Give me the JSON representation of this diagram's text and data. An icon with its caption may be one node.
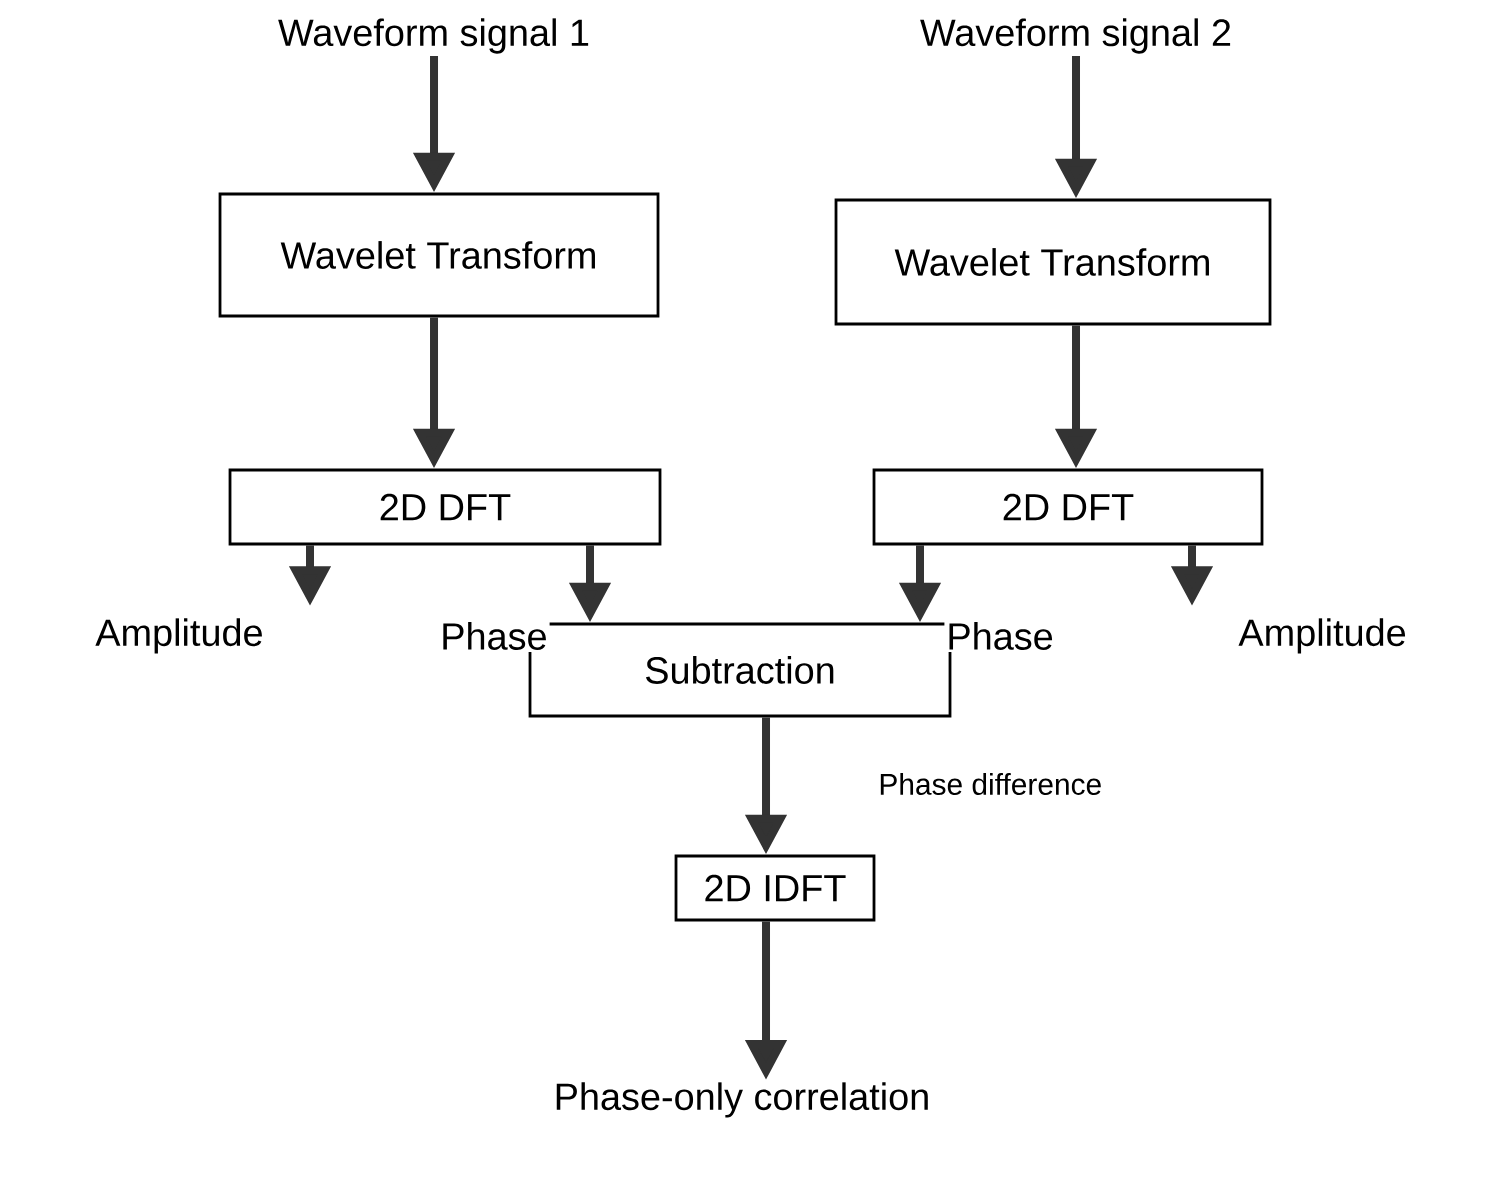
{
  "diagram": {
    "nodes": [
      {
        "text": [
          "Waveform signal 1"
        ]
      },
      {
        "text": [
          "Waveform signal 2"
        ]
      },
      {
        "text": [
          "Wavelet Transform"
        ]
      },
      {
        "text": [
          "Wavelet Transform"
        ]
      },
      {
        "text": [
          "2D DFT"
        ]
      },
      {
        "text": [
          "2D DFT"
        ]
      },
      {
        "text": [
          "Subtraction"
        ]
      },
      {
        "text": [
          "2D IDFT"
        ]
      },
      {
        "text": [
          "Phase-only correlation"
        ]
      }
    ],
    "edges": [
      {
        "from": 0,
        "to": 2,
        "arrow": "to"
      },
      {
        "from": 1,
        "to": 3,
        "arrow": "to"
      },
      {
        "from": 2,
        "to": 4,
        "arrow": "to"
      },
      {
        "from": 3,
        "to": 5,
        "arrow": "to"
      },
      {
        "from": 4,
        "to": null,
        "arrow": "to",
        "label": "Amplitude"
      },
      {
        "from": 4,
        "to": 6,
        "arrow": "to",
        "label": "Phase"
      },
      {
        "from": 5,
        "to": 6,
        "arrow": "to",
        "label": "Phase"
      },
      {
        "from": 5,
        "to": null,
        "arrow": "to",
        "label": "Amplitude"
      },
      {
        "from": 6,
        "to": 7,
        "arrow": "to",
        "label": "Phase difference"
      },
      {
        "from": 7,
        "to": 8,
        "arrow": "to"
      }
    ]
  }
}
